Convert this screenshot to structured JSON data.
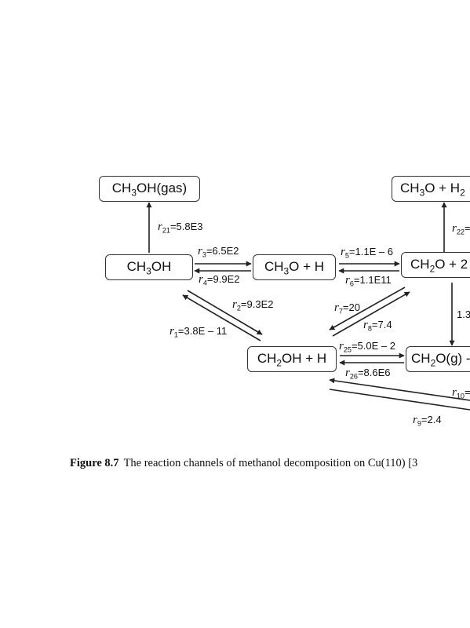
{
  "diagram": {
    "nodes": {
      "ch3oh_gas": {
        "pre": "CH",
        "sub": "3",
        "post": "OH(gas)"
      },
      "ch3oh": {
        "pre": "CH",
        "sub": "3",
        "post": "OH"
      },
      "ch3o_h": {
        "pre": "CH",
        "sub": "3",
        "post": "O + H"
      },
      "ch3o_h2": {
        "pre": "CH",
        "sub": "3",
        "post": "O + H",
        "sub2": "2"
      },
      "ch2o_2": {
        "pre": "CH",
        "sub": "2",
        "post": "O + 2"
      },
      "ch2oh_h": {
        "pre": "CH",
        "sub": "2",
        "post": "OH + H"
      },
      "ch2o_g": {
        "pre": "CH",
        "sub": "2",
        "post": "O(g) -"
      }
    },
    "rates": {
      "r21": {
        "sym": "r",
        "sub": "21",
        "val": "=5.8E3"
      },
      "r22": {
        "sym": "r",
        "sub": "22",
        "val": "="
      },
      "r3": {
        "sym": "r",
        "sub": "3",
        "val": "=6.5E2"
      },
      "r4": {
        "sym": "r",
        "sub": "4",
        "val": "=9.9E2"
      },
      "r5": {
        "sym": "r",
        "sub": "5",
        "val": "=1.1E – 6"
      },
      "r6": {
        "sym": "r",
        "sub": "6",
        "val": "=1.1E11"
      },
      "r2": {
        "sym": "r",
        "sub": "2",
        "val": "=9.3E2"
      },
      "r1": {
        "sym": "r",
        "sub": "1",
        "val": "=3.8E – 11"
      },
      "r7": {
        "sym": "r",
        "sub": "7",
        "val": "=20"
      },
      "r8": {
        "sym": "r",
        "sub": "8",
        "val": "=7.4"
      },
      "r25": {
        "sym": "r",
        "sub": "25",
        "val": "=5.0E – 2"
      },
      "r26": {
        "sym": "r",
        "sub": "26",
        "val": "=8.6E6"
      },
      "r10": {
        "sym": "r",
        "sub": "10",
        "val": "="
      },
      "r9": {
        "sym": "r",
        "sub": "9",
        "val": "=2.4"
      },
      "side_value": "1.3"
    },
    "caption": {
      "label": "Figure 8.7",
      "text": "The reaction channels of methanol decomposition on Cu(110) [3"
    }
  }
}
